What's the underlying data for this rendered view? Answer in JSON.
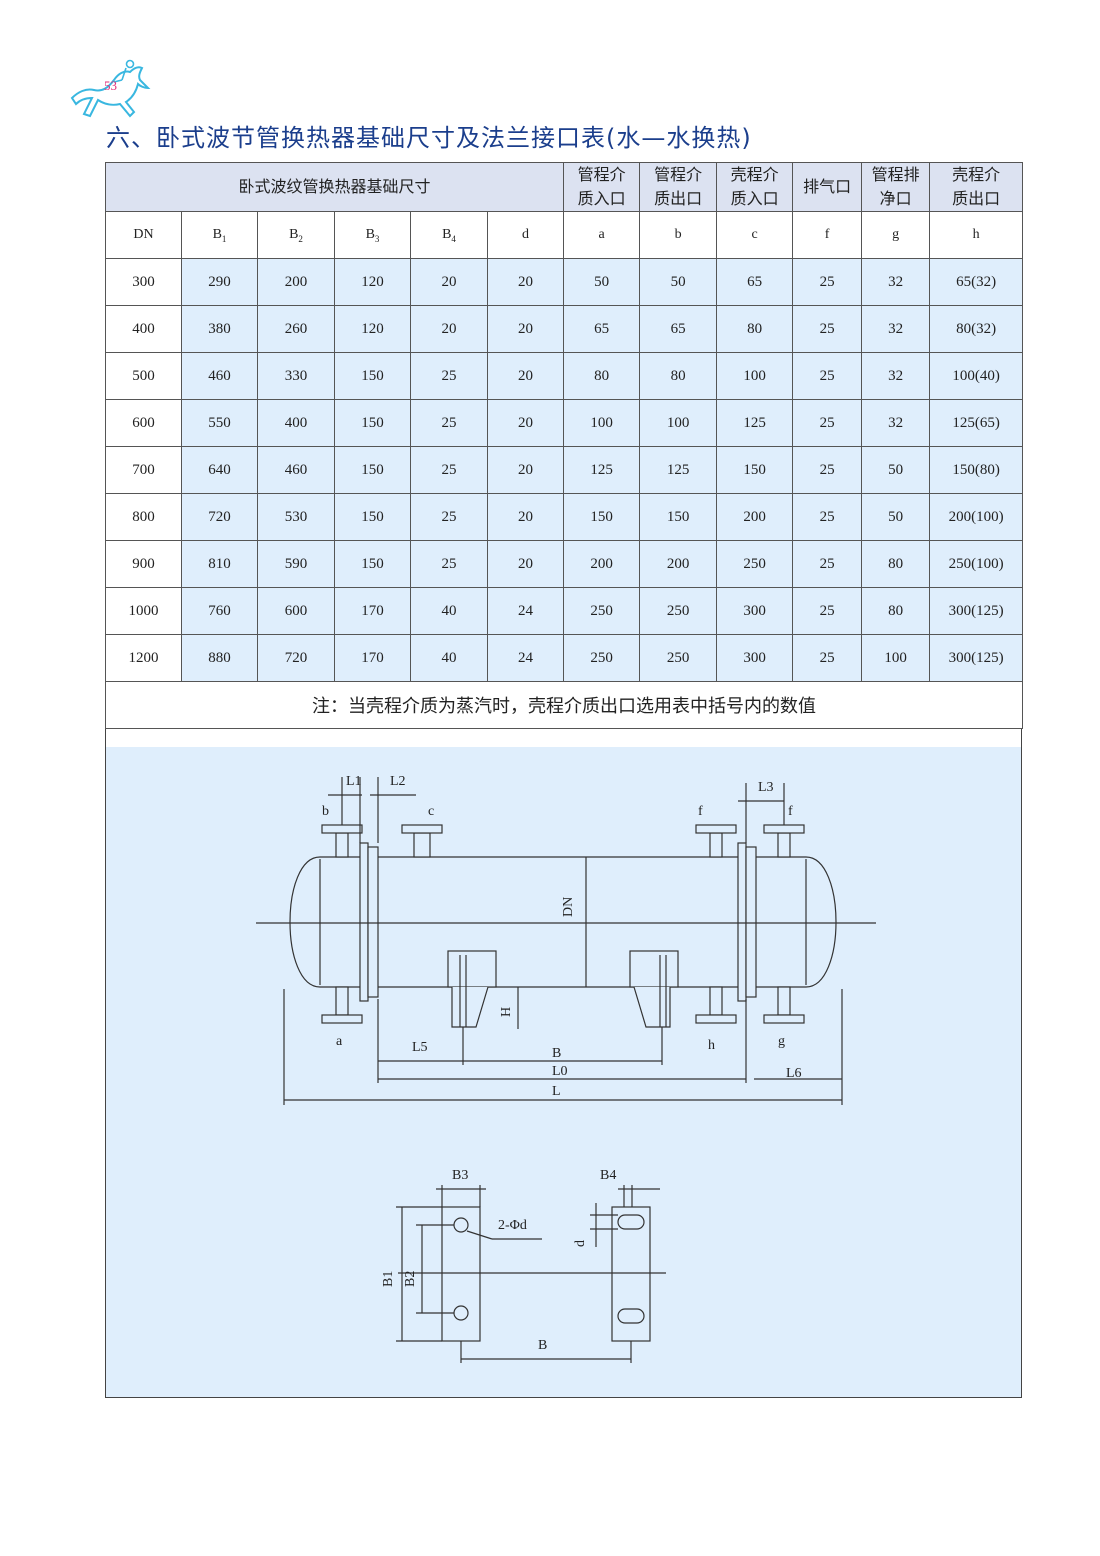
{
  "page": {
    "number": "53",
    "title": "六、卧式波节管换热器基础尺寸及法兰接口表(水—水换热)"
  },
  "table": {
    "header_group": "卧式波纹管换热器基础尺寸",
    "port_headers": [
      "管程介质入口",
      "管程介质出口",
      "壳程介质入口",
      "排气口",
      "管程排净口",
      "壳程介质出口"
    ],
    "columns": [
      "DN",
      "B1",
      "B2",
      "B3",
      "B4",
      "d",
      "a",
      "b",
      "c",
      "f",
      "g",
      "h"
    ],
    "rows": [
      [
        "300",
        "290",
        "200",
        "120",
        "20",
        "20",
        "50",
        "50",
        "65",
        "25",
        "32",
        "65(32)"
      ],
      [
        "400",
        "380",
        "260",
        "120",
        "20",
        "20",
        "65",
        "65",
        "80",
        "25",
        "32",
        "80(32)"
      ],
      [
        "500",
        "460",
        "330",
        "150",
        "25",
        "20",
        "80",
        "80",
        "100",
        "25",
        "32",
        "100(40)"
      ],
      [
        "600",
        "550",
        "400",
        "150",
        "25",
        "20",
        "100",
        "100",
        "125",
        "25",
        "32",
        "125(65)"
      ],
      [
        "700",
        "640",
        "460",
        "150",
        "25",
        "20",
        "125",
        "125",
        "150",
        "25",
        "50",
        "150(80)"
      ],
      [
        "800",
        "720",
        "530",
        "150",
        "25",
        "20",
        "150",
        "150",
        "200",
        "25",
        "50",
        "200(100)"
      ],
      [
        "900",
        "810",
        "590",
        "150",
        "25",
        "20",
        "200",
        "200",
        "250",
        "25",
        "80",
        "250(100)"
      ],
      [
        "1000",
        "760",
        "600",
        "170",
        "40",
        "24",
        "250",
        "250",
        "300",
        "25",
        "80",
        "300(125)"
      ],
      [
        "1200",
        "880",
        "720",
        "170",
        "40",
        "24",
        "250",
        "250",
        "300",
        "25",
        "100",
        "300(125)"
      ]
    ],
    "note": "注：当壳程介质为蒸汽时，壳程介质出口选用表中括号内的数值"
  },
  "drawing": {
    "dims": {
      "L1": "L1",
      "L2": "L2",
      "L3": "L3",
      "L5": "L5",
      "L6": "L6",
      "L0": "L0",
      "L": "L",
      "B": "B",
      "H": "H",
      "DN": "DN",
      "B1": "B1",
      "B2": "B2",
      "B3": "B3",
      "B4": "B4",
      "d": "d",
      "hole": "2-Φd"
    },
    "ports": {
      "a": "a",
      "b": "b",
      "c": "c",
      "f": "f",
      "g": "g",
      "h": "h"
    }
  },
  "colors": {
    "title": "#1b3e8c",
    "header_bg": "#dce2f1",
    "row_shade": "#dfeefc",
    "page_number": "#e0307a",
    "logo": "#39b7e0"
  }
}
